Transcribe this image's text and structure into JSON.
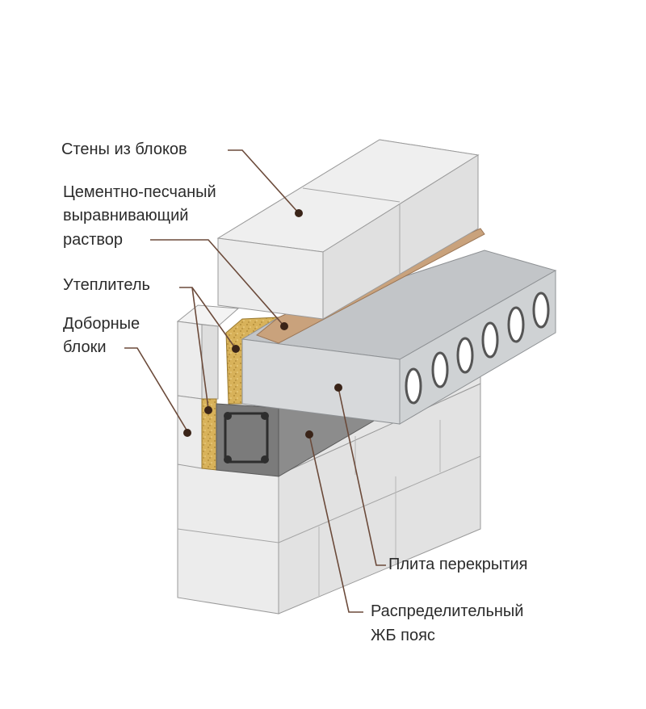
{
  "labels": {
    "walls": "Стены из блоков",
    "mortar_line1": "Цементно-песчаный",
    "mortar_line2": "выравнивающий",
    "mortar_line3": "раствор",
    "insulation": "Утеплитель",
    "extra_blocks_line1": "Доборные",
    "extra_blocks_line2": "блоки",
    "slab": "Плита перекрытия",
    "belt_line1": "Распределительный",
    "belt_line2": "ЖБ пояс"
  },
  "colors": {
    "block_front": "#e8e8e8",
    "block_top": "#f2f2f2",
    "block_side": "#d9d9d9",
    "slab_top": "#bfc3c6",
    "slab_front": "#d6d8da",
    "slab_side": "#cfd2d4",
    "insulation": "#d9b45a",
    "mortar": "#c9a27c",
    "leader": "#6b4a3a",
    "dot": "#3a2418"
  }
}
